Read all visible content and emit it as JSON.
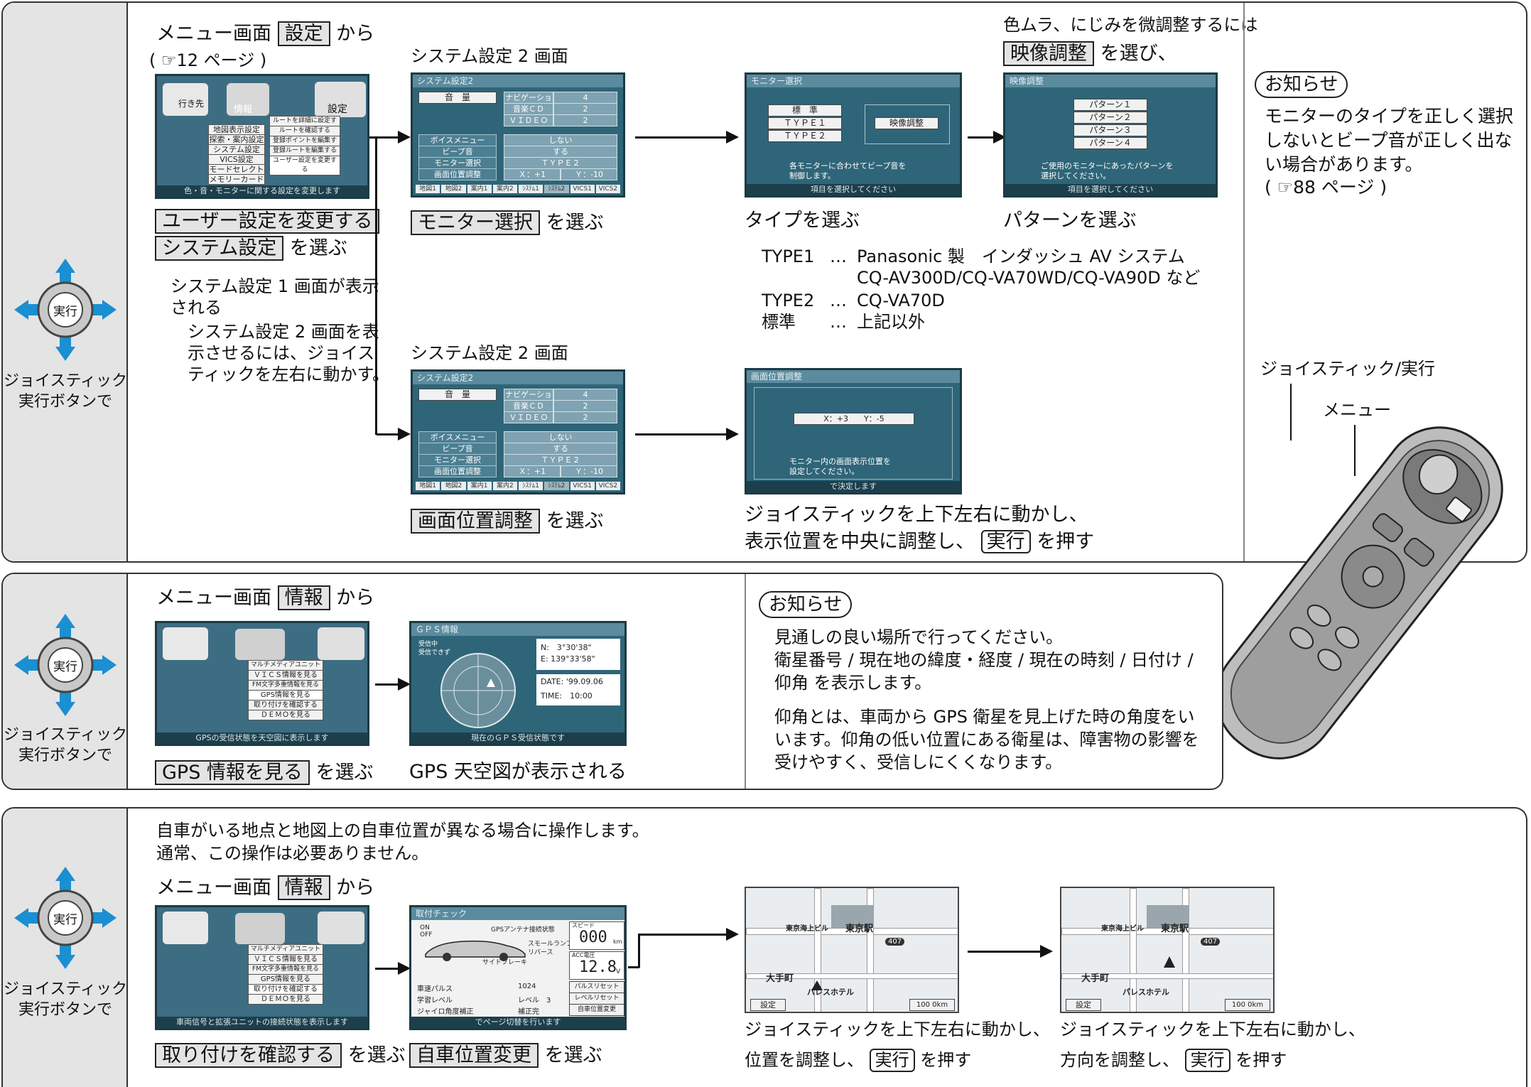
{
  "joystick": {
    "center_label": "実行",
    "caption_line1": "ジョイスティック",
    "caption_line2": "実行ボタンで"
  },
  "panel1": {
    "step1_prefix": "メニュー画面",
    "step1_key": "設定",
    "step1_suffix": "から",
    "step1_ref": "( ☞12 ページ )",
    "menu_screen": {
      "icon_dest": "行き先",
      "icon_info": "情報",
      "icon_settings": "設定",
      "left_items": [
        "地図表示設定",
        "探索・案内設定",
        "システム設定",
        "VICS設定",
        "モードセレクト",
        "メモリーカード"
      ],
      "right_items": [
        "ルートを詳細に設定する",
        "ルートを確認する",
        "登録ポイントを編集する",
        "登録ルートを編集する",
        "ユーザー設定を変更する"
      ],
      "footer": "色・音・モニターに関する設定を変更します"
    },
    "select_user": "ユーザー設定を変更する",
    "select_system_key": "システム設定",
    "select_system_suffix": "を選ぶ",
    "note1": "システム設定 1 画面が表示",
    "note2": "される",
    "note3": "システム設定 2 画面を表",
    "note4": "示させるには、ジョイス",
    "note5": "ティックを左右に動かす。",
    "system2_label_top": "システム設定 2 画面",
    "system2_label_bottom": "システム設定 2 画面",
    "system2_screen": {
      "title": "システム設定2",
      "left_items": [
        "音　量",
        "ボイスメニュー",
        "ビープ音",
        "モニター選択",
        "画面位置調整"
      ],
      "right_rows": [
        {
          "name": "ナビゲーション",
          "val": "4"
        },
        {
          "name": "音楽ＣＤ",
          "val": "2"
        },
        {
          "name": "ＶＩＤＥＯ",
          "val": "2"
        },
        {
          "name": "しない",
          "val": ""
        },
        {
          "name": "する",
          "val": ""
        },
        {
          "name": "ＴＹＰＥ２",
          "val": ""
        },
        {
          "name": "Ｘ：+1",
          "val": "Ｙ：-10"
        }
      ],
      "tabs": [
        "地図1",
        "地図2",
        "案内1",
        "案内2",
        "ｼｽﾃﾑ1",
        "ｼｽﾃﾑ2",
        "VICS1",
        "VICS2"
      ]
    },
    "select_monitor_key": "モニター選択",
    "select_monitor_suffix": "を選ぶ",
    "select_position_key": "画面位置調整",
    "select_position_suffix": "を選ぶ",
    "monitor_screen": {
      "title": "モニター選択",
      "btn_std": "標　準",
      "btn_type1": "ＴＹＰＥ１",
      "btn_type2": "ＴＹＰＥ２",
      "btn_video": "映像調整",
      "msg1": "各モニターに合わせてビープ音を",
      "msg2": "制御します。",
      "footer": "項目を選択してください"
    },
    "video_screen": {
      "title": "映像調整",
      "patterns": [
        "パターン１",
        "パターン２",
        "パターン３",
        "パターン４"
      ],
      "msg1": "ご使用のモニターにあったパターンを",
      "msg2": "選択してください。",
      "footer": "項目を選択してください"
    },
    "video_intro": "色ムラ、にじみを微調整するには",
    "video_key": "映像調整",
    "video_suffix": "を選び、",
    "type_select": "タイプを選ぶ",
    "pattern_select": "パターンを選ぶ",
    "type1_label": "TYPE1",
    "type1_desc": "Panasonic 製　インダッシュ AV システム",
    "type1_models": "CQ-AV300D/CQ-VA70WD/CQ-VA90D など",
    "type2_label": "TYPE2",
    "type2_desc": "CQ-VA70D",
    "std_label": "標準",
    "std_desc": "上記以外",
    "dots": "…",
    "position_screen": {
      "title": "画面位置調整",
      "coords": "X：+3　　Y：-5",
      "msg1": "モニター内の画面表示位置を",
      "msg2": "設定してください。",
      "footer": "で決定します"
    },
    "position_line1": "ジョイスティックを上下左右に動かし、",
    "position_line2_prefix": "表示位置を中央に調整し、",
    "position_key": "実行",
    "position_line2_suffix": "を押す",
    "notice_title": "お知らせ",
    "notice_line1": "モニターのタイプを正しく選択",
    "notice_line2": "しないとビープ音が正しく出な",
    "notice_line3": "い場合があります。",
    "notice_line4": "( ☞88 ページ )",
    "remote_label1": "ジョイスティック/実行",
    "remote_label2": "メニュー"
  },
  "panel2": {
    "step1_prefix": "メニュー画面",
    "step1_key": "情報",
    "step1_suffix": "から",
    "menu_items": [
      "マルチメディアユニットの切り替え",
      "ＶＩＣＳ情報を見る",
      "FM文字多重情報を見る",
      "GPS情報を見る",
      "取り付けを確認する",
      "ＤＥＭＯを見る"
    ],
    "menu_footer": "GPSの受信状態を天空図に表示します",
    "select_key": "GPS 情報を見る",
    "select_suffix": "を選ぶ",
    "gps_screen": {
      "title": "ＧＰＳ情報",
      "legend1": "受信中",
      "legend2": "受信できず",
      "lat": "N:　3°30'38\"",
      "lon": "E: 139°33'58\"",
      "date": "DATE: '99.09.06",
      "time": "TIME:　10:00",
      "footer": "現在のＧＰＳ受信状態です"
    },
    "gps_caption": "GPS 天空図が表示される",
    "notice_title": "お知らせ",
    "notice_line1": "見通しの良い場所で行ってください。",
    "notice_line2": "衛星番号 / 現在地の緯度・経度 / 現在の時刻 / 日付け /",
    "notice_line3": "仰角 を表示します。",
    "notice_line4": "仰角とは、車両から GPS 衛星を見上げた時の角度をい",
    "notice_line5": "います。仰角の低い位置にある衛星は、障害物の影響を",
    "notice_line6": "受けやすく、受信しにくくなります。"
  },
  "panel3": {
    "intro1": "自車がいる地点と地図上の自車位置が異なる場合に操作します。",
    "intro2": "通常、この操作は必要ありません。",
    "step1_prefix": "メニュー画面",
    "step1_key": "情報",
    "step1_suffix": "から",
    "menu_footer": "車両信号と拡張ユニットの接続状態を表示します",
    "select_key": "取り付けを確認する",
    "select_suffix": "を選ぶ",
    "check_screen": {
      "title": "取付チェック",
      "on": "ON",
      "off": "OFF",
      "gps_ant": "GPSアンテナ接続状態",
      "small_lamp": "スモールランプ",
      "reverse": "リバース",
      "brake": "サイドブレーキ",
      "speed_label": "スピード",
      "speed_val": "000",
      "speed_unit": "km",
      "acc_label": "ACC電圧",
      "acc_val": "12.8",
      "acc_unit": "V",
      "rows": [
        {
          "name": "車速パルス",
          "val": "1024",
          "btn": "パルスリセット"
        },
        {
          "name": "学習レベル",
          "val": "レベル　3",
          "btn": "レベルリセット"
        },
        {
          "name": "ジャイロ角度補正",
          "val": "補正完",
          "btn": "自車位置変更"
        }
      ],
      "footer": "でページ切替を行います"
    },
    "select2_key": "自車位置変更",
    "select2_suffix": "を選ぶ",
    "map_labels": {
      "station": "東京駅",
      "hotel": "パレスホテル",
      "town": "大手町",
      "route": "407",
      "settings": "設定",
      "scale": "100 0km",
      "tokyo": "東京海上ビル"
    },
    "caption_a1": "ジョイスティックを上下左右に動かし、",
    "caption_a2_prefix": "位置を調整し、",
    "caption_a_key": "実行",
    "caption_a2_suffix": "を押す",
    "caption_b1": "ジョイスティックを上下左右に動かし、",
    "caption_b2_prefix": "方向を調整し、",
    "caption_b_key": "実行",
    "caption_b2_suffix": "を押す"
  }
}
